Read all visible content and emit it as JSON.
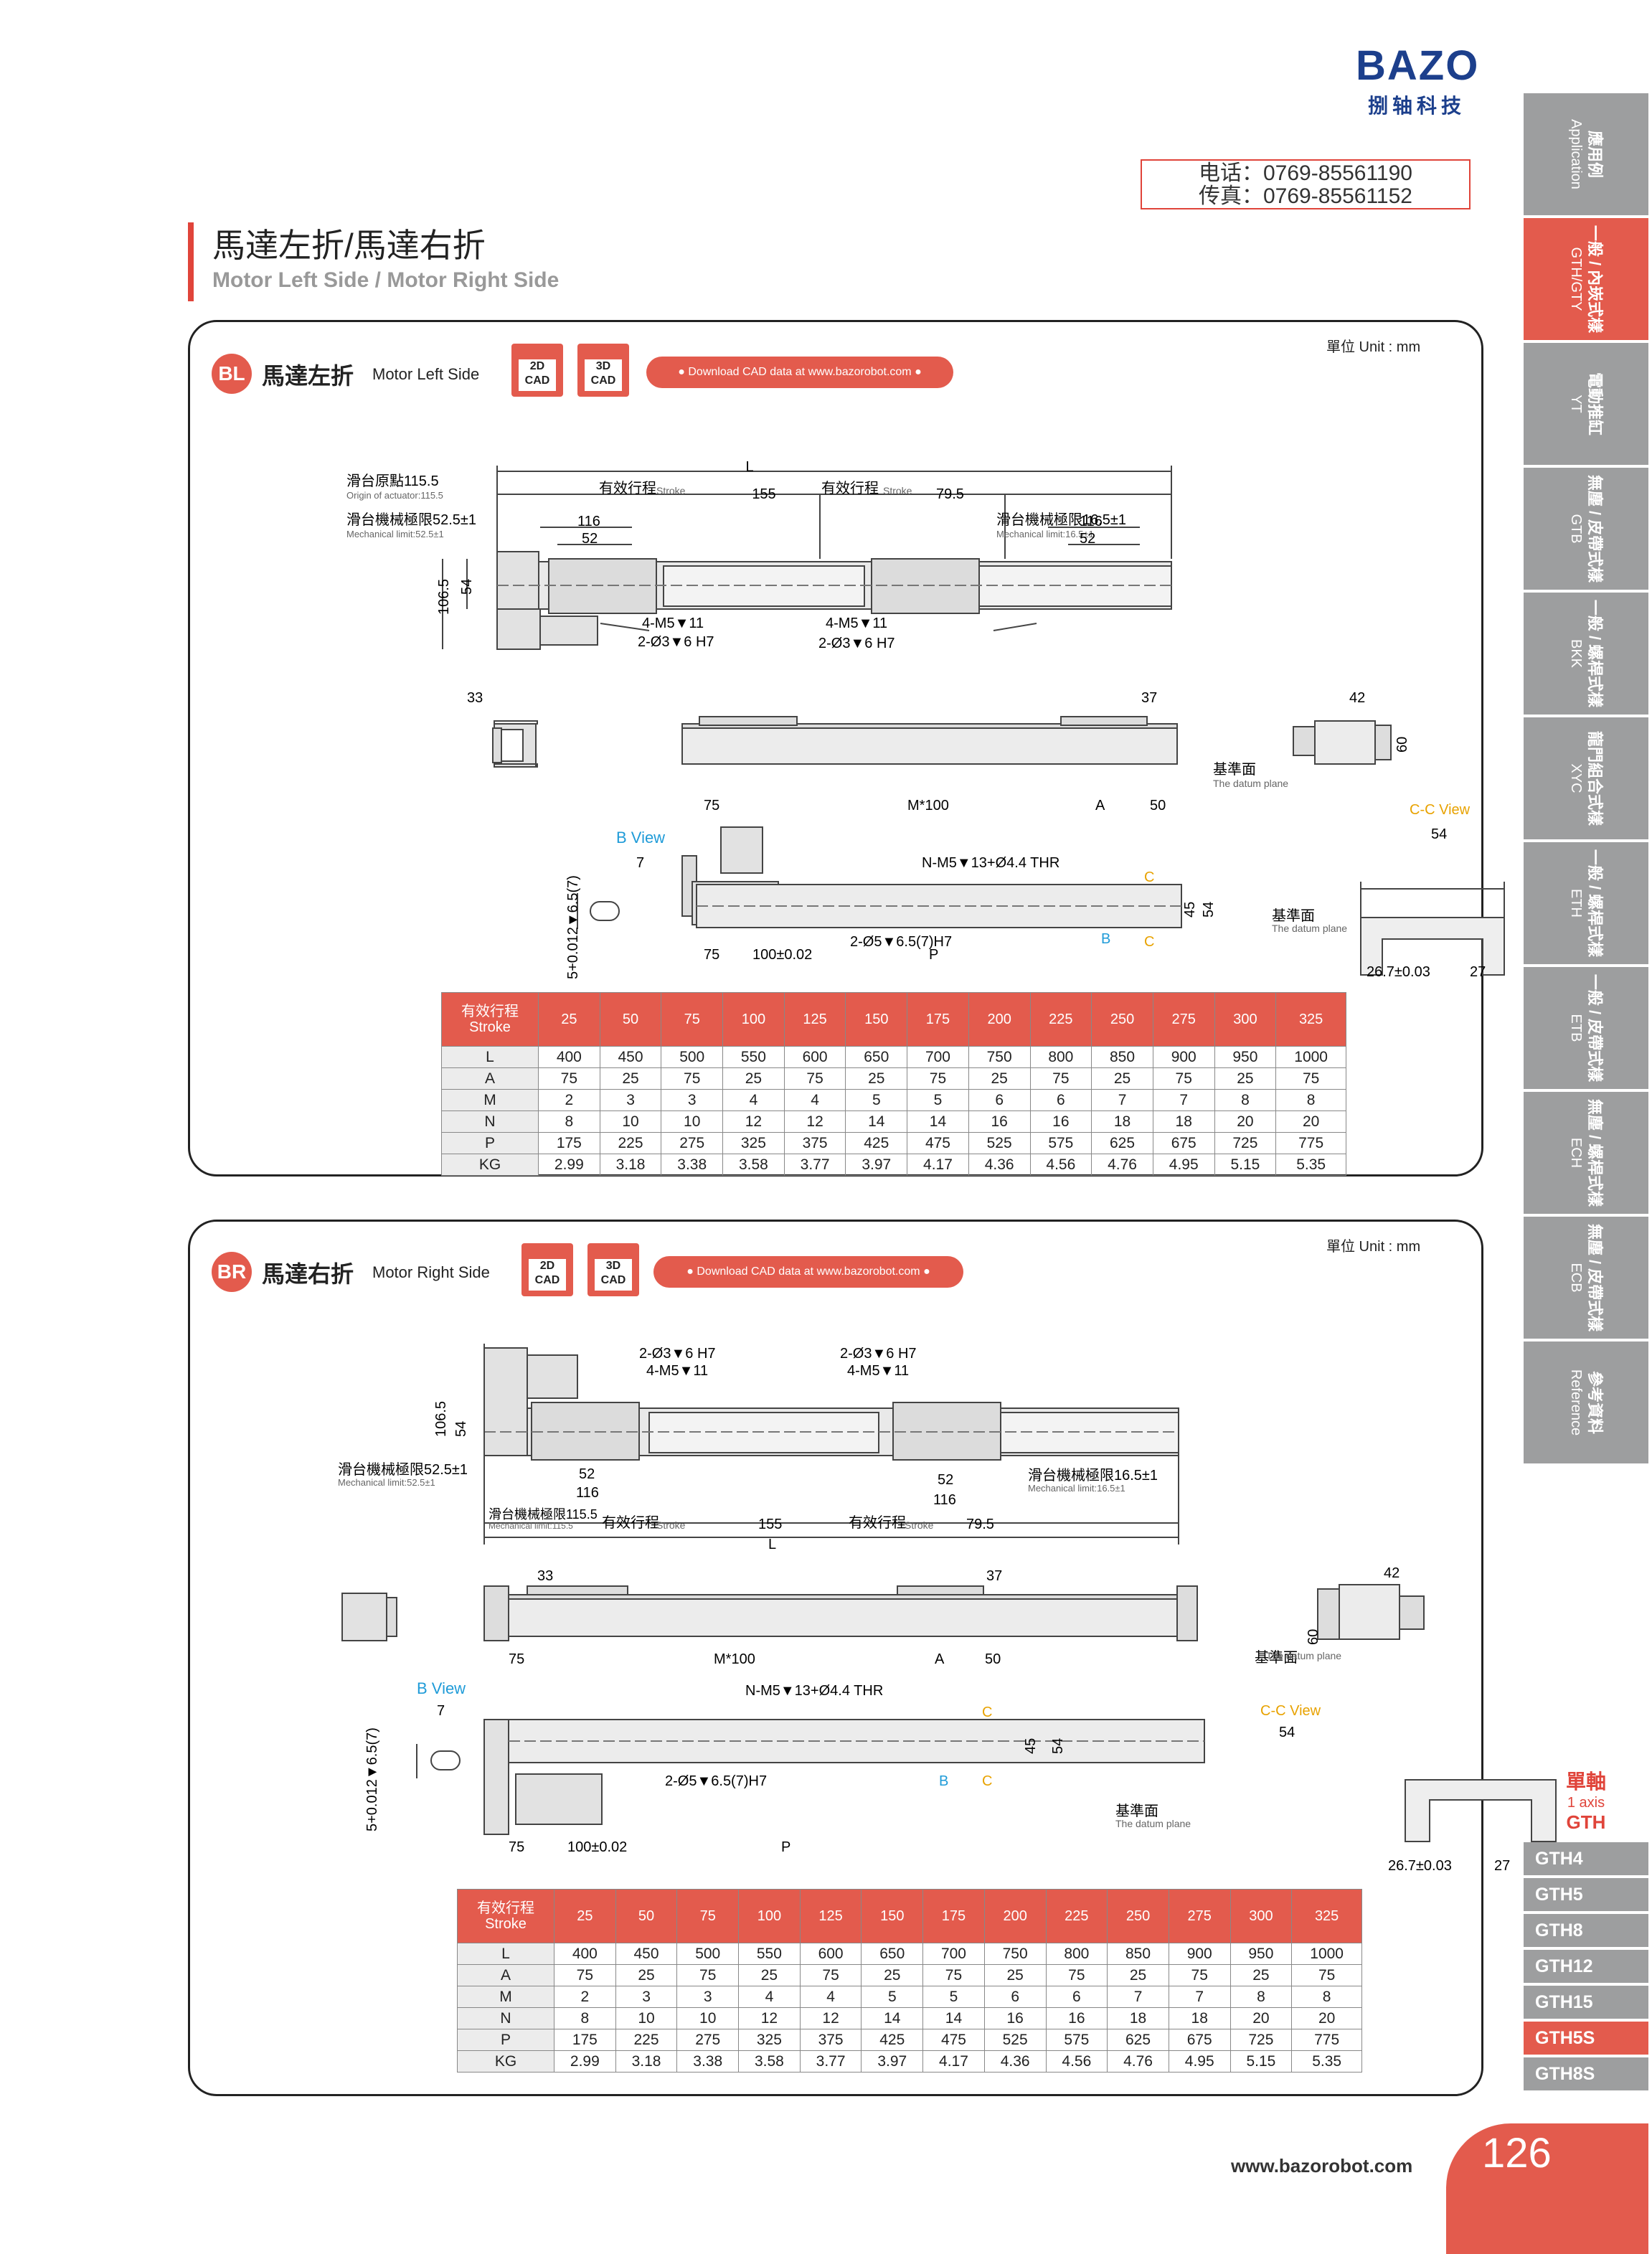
{
  "brand": {
    "logo_text": "BAZO",
    "logo_sub": "捌轴科技"
  },
  "contact": {
    "phone": "电话：0769-85561190",
    "fax": "传真：0769-85561152"
  },
  "title": {
    "cn": "馬達左折/馬達右折",
    "en": "Motor Left Side / Motor Right Side"
  },
  "nav": [
    {
      "cn": "應用例",
      "en": "Application",
      "active": false
    },
    {
      "cn": "一般 / 內崁式樣",
      "en": "GTH/GTY",
      "active": true
    },
    {
      "cn": "電動推缸",
      "en": "YT",
      "active": false
    },
    {
      "cn": "無塵 / 皮帶式樣",
      "en": "GTB",
      "active": false
    },
    {
      "cn": "一般 / 螺桿式樣",
      "en": "BKK",
      "active": false
    },
    {
      "cn": "龍門組合式樣",
      "en": "XYC",
      "active": false
    },
    {
      "cn": "一般 / 螺桿式樣",
      "en": "ETH",
      "active": false
    },
    {
      "cn": "一般 / 皮帶式樣",
      "en": "ETB",
      "active": false
    },
    {
      "cn": "無塵 / 螺桿式樣",
      "en": "ECH",
      "active": false
    },
    {
      "cn": "無塵 / 皮帶式樣",
      "en": "ECB",
      "active": false
    },
    {
      "cn": "參考資料",
      "en": "Reference",
      "active": false
    }
  ],
  "axis": {
    "cn": "單軸",
    "en": "1 axis",
    "model": "GTH"
  },
  "sub_nav": [
    {
      "label": "GTH4",
      "active": false
    },
    {
      "label": "GTH5",
      "active": false
    },
    {
      "label": "GTH8",
      "active": false
    },
    {
      "label": "GTH12",
      "active": false
    },
    {
      "label": "GTH15",
      "active": false
    },
    {
      "label": "GTH5S",
      "active": true
    },
    {
      "label": "GTH8S",
      "active": false
    }
  ],
  "common": {
    "unit": "單位 Unit : mm",
    "cad2d": [
      "2D",
      "CAD"
    ],
    "cad3d": [
      "3D",
      "CAD"
    ],
    "download": "Download CAD data at www.bazorobot.com",
    "b_view": "B View",
    "cc_view": "C-C View",
    "datum_cn": "基準面",
    "datum_en": "The datum plane",
    "stroke_cn": "有效行程",
    "stroke_en": "Stroke",
    "origin_cn": "滑台原點115.5",
    "origin_en": "Origin of actuator:115.5",
    "mech_left_cn": "滑台機械極限52.5±1",
    "mech_left_en": "Mechanical limit:52.5±1",
    "mech_right_cn": "滑台機械極限16.5±1",
    "mech_right_en": "Mechanical limit:16.5±1",
    "mech_r115_cn": "滑台機械極限115.5",
    "mech_r115_en": "Mechanical limit:115.5",
    "hole1": "4-M5▼11",
    "hole2": "2-Ø3▼6 H7",
    "hole3": "N-M5▼13+Ø4.4 THR",
    "hole4": "2-Ø5▼6.5(7)H7",
    "tol": "5+0.012▼6.5(7)",
    "dims": {
      "L": "L",
      "d155": "155",
      "d79_5": "79.5",
      "d116": "116",
      "d52": "52",
      "d106_5": "106.5",
      "d54": "54",
      "d33": "33",
      "d37": "37",
      "d42": "42",
      "d60": "60",
      "d75": "75",
      "m100": "M*100",
      "A": "A",
      "d50": "50",
      "d7": "7",
      "d45": "45",
      "p100": "100±0.02",
      "P": "P",
      "c_label": "C",
      "b_label": "B",
      "d54b": "54",
      "d26_7": "26.7±0.03",
      "d27": "27"
    }
  },
  "panel_left": {
    "badge": "BL",
    "cn": "馬達左折",
    "en": "Motor Left Side"
  },
  "panel_right": {
    "badge": "BR",
    "cn": "馬達右折",
    "en": "Motor Right Side"
  },
  "table": {
    "header_cn": "有效行程",
    "header_en": "Stroke",
    "strokes": [
      "25",
      "50",
      "75",
      "100",
      "125",
      "150",
      "175",
      "200",
      "225",
      "250",
      "275",
      "300",
      "325"
    ],
    "rows": [
      {
        "label": "L",
        "values": [
          "400",
          "450",
          "500",
          "550",
          "600",
          "650",
          "700",
          "750",
          "800",
          "850",
          "900",
          "950",
          "1000"
        ]
      },
      {
        "label": "A",
        "values": [
          "75",
          "25",
          "75",
          "25",
          "75",
          "25",
          "75",
          "25",
          "75",
          "25",
          "75",
          "25",
          "75"
        ]
      },
      {
        "label": "M",
        "values": [
          "2",
          "3",
          "3",
          "4",
          "4",
          "5",
          "5",
          "6",
          "6",
          "7",
          "7",
          "8",
          "8"
        ]
      },
      {
        "label": "N",
        "values": [
          "8",
          "10",
          "10",
          "12",
          "12",
          "14",
          "14",
          "16",
          "16",
          "18",
          "18",
          "20",
          "20"
        ]
      },
      {
        "label": "P",
        "values": [
          "175",
          "225",
          "275",
          "325",
          "375",
          "425",
          "475",
          "525",
          "575",
          "625",
          "675",
          "725",
          "775"
        ]
      },
      {
        "label": "KG",
        "values": [
          "2.99",
          "3.18",
          "3.38",
          "3.58",
          "3.77",
          "3.97",
          "4.17",
          "4.36",
          "4.56",
          "4.76",
          "4.95",
          "5.15",
          "5.35"
        ]
      }
    ]
  },
  "footer": {
    "url": "www.bazorobot.com",
    "page": "126"
  }
}
